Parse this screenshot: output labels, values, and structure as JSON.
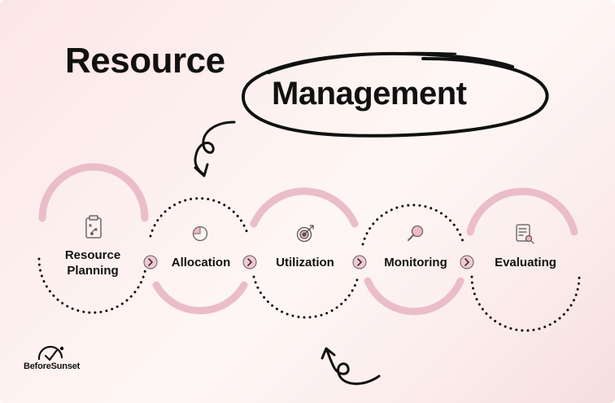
{
  "title": {
    "line1": "Resource",
    "line2": "Management"
  },
  "steps": [
    {
      "line1": "Resource",
      "line2": "Planning",
      "icon": "clipboard-plan-icon"
    },
    {
      "line1": "Allocation",
      "line2": "",
      "icon": "pie-chart-icon"
    },
    {
      "line1": "Utilization",
      "line2": "",
      "icon": "target-icon"
    },
    {
      "line1": "Monitoring",
      "line2": "",
      "icon": "magnifier-icon"
    },
    {
      "line1": "Evaluating",
      "line2": "",
      "icon": "document-search-icon"
    }
  ],
  "logo": {
    "text": "BeforeSunset"
  },
  "colors": {
    "accent_pink": "#e8b7c4",
    "connector_pink": "#f2c9d3",
    "ink": "#111111"
  }
}
